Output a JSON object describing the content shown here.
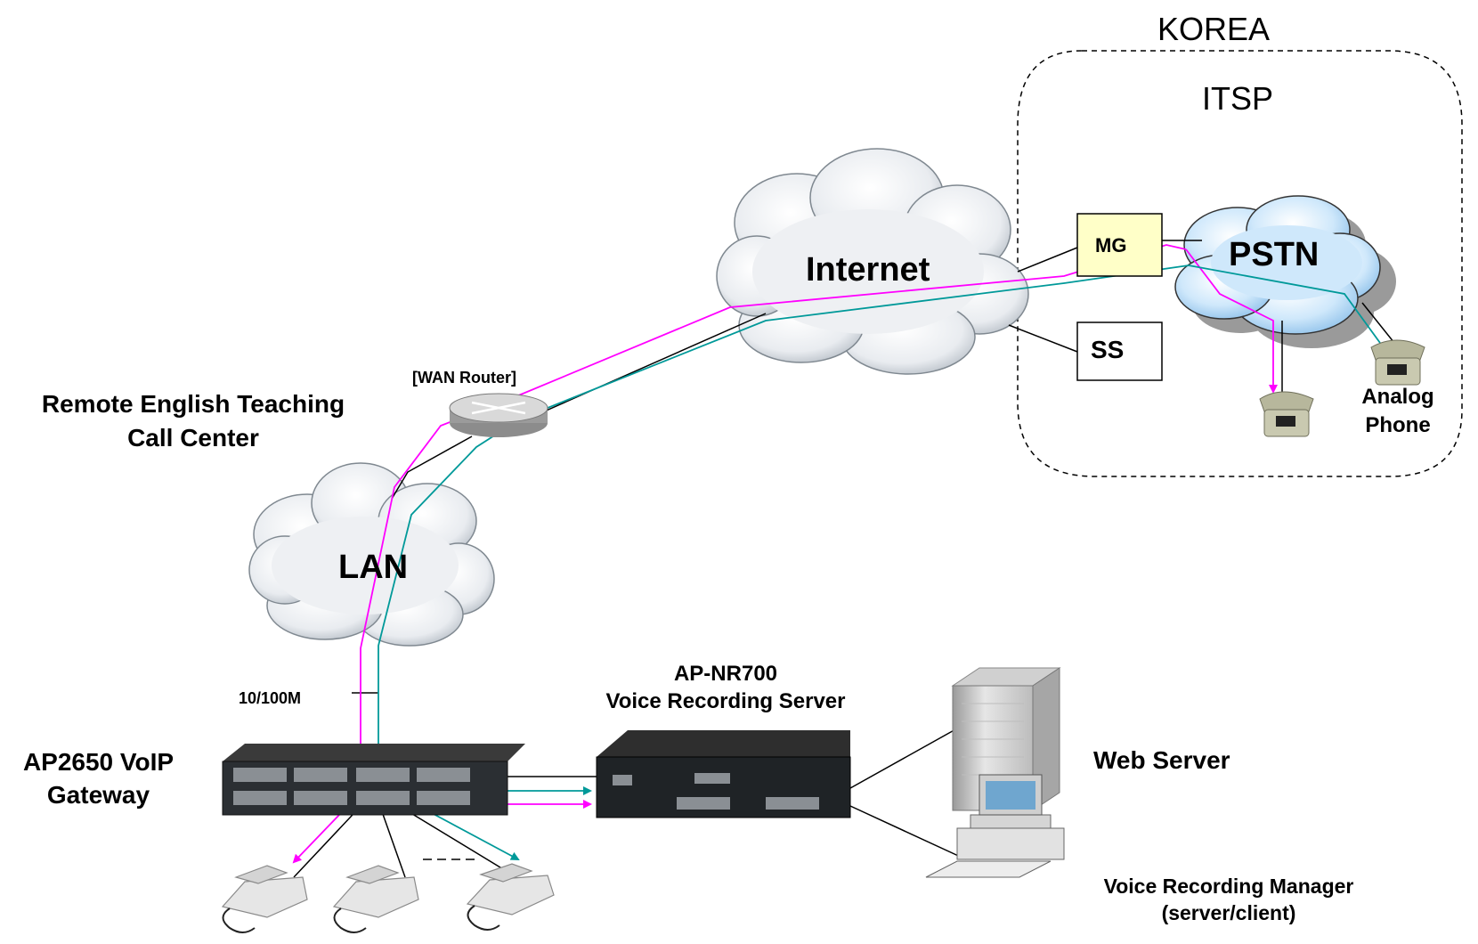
{
  "region": {
    "title": "KOREA",
    "provider": "ITSP"
  },
  "clouds": {
    "internet": "Internet",
    "pstn": "PSTN",
    "lan": "LAN"
  },
  "boxes": {
    "mg": "MG",
    "ss": "SS"
  },
  "labels": {
    "wan_router": "[WAN Router]",
    "call_center_line1": "Remote English Teaching",
    "call_center_line2": "Call Center",
    "link_speed": "10/100M",
    "gateway_line1": "AP2650 VoIP",
    "gateway_line2": "Gateway",
    "recorder_line1": "AP-NR700",
    "recorder_line2": "Voice Recording Server",
    "web_server": "Web Server",
    "manager_line1": "Voice Recording Manager",
    "manager_line2": "(server/client)",
    "analog_line1": "Analog",
    "analog_line2": "Phone"
  },
  "colors": {
    "magenta_path": "#ff00ff",
    "teal_path": "#009999",
    "cloud_blue": "#cfe8fb",
    "cloud_grey": "#e6e9ee",
    "mg_fill": "#ffffc8"
  }
}
